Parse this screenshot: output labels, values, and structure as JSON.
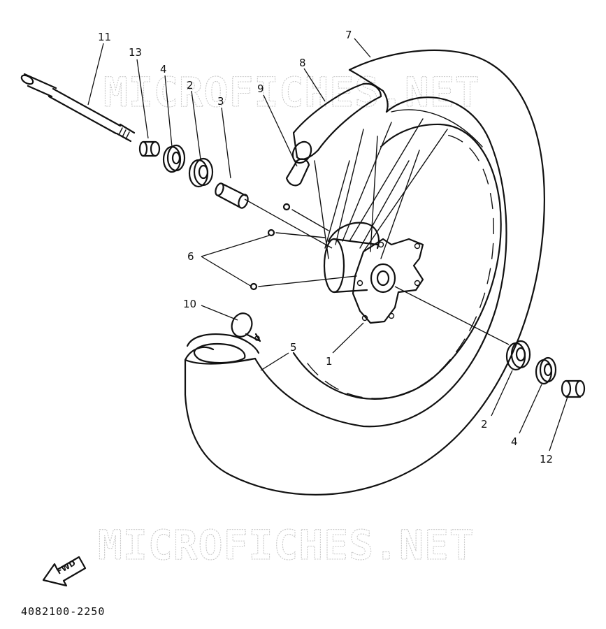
{
  "watermark": "MICROFICHES.NET",
  "diagram_code": "4082100-2250",
  "direction_badge": "FWD",
  "callouts": {
    "n1": "1",
    "n2a": "2",
    "n2b": "2",
    "n3": "3",
    "n4a": "4",
    "n4b": "4",
    "n5": "5",
    "n6": "6",
    "n7": "7",
    "n8": "8",
    "n9": "9",
    "n10": "10",
    "n11": "11",
    "n12": "12",
    "n13": "13"
  },
  "colors": {
    "ink": "#111111",
    "background": "#ffffff",
    "watermark": "#c9c9c9"
  }
}
